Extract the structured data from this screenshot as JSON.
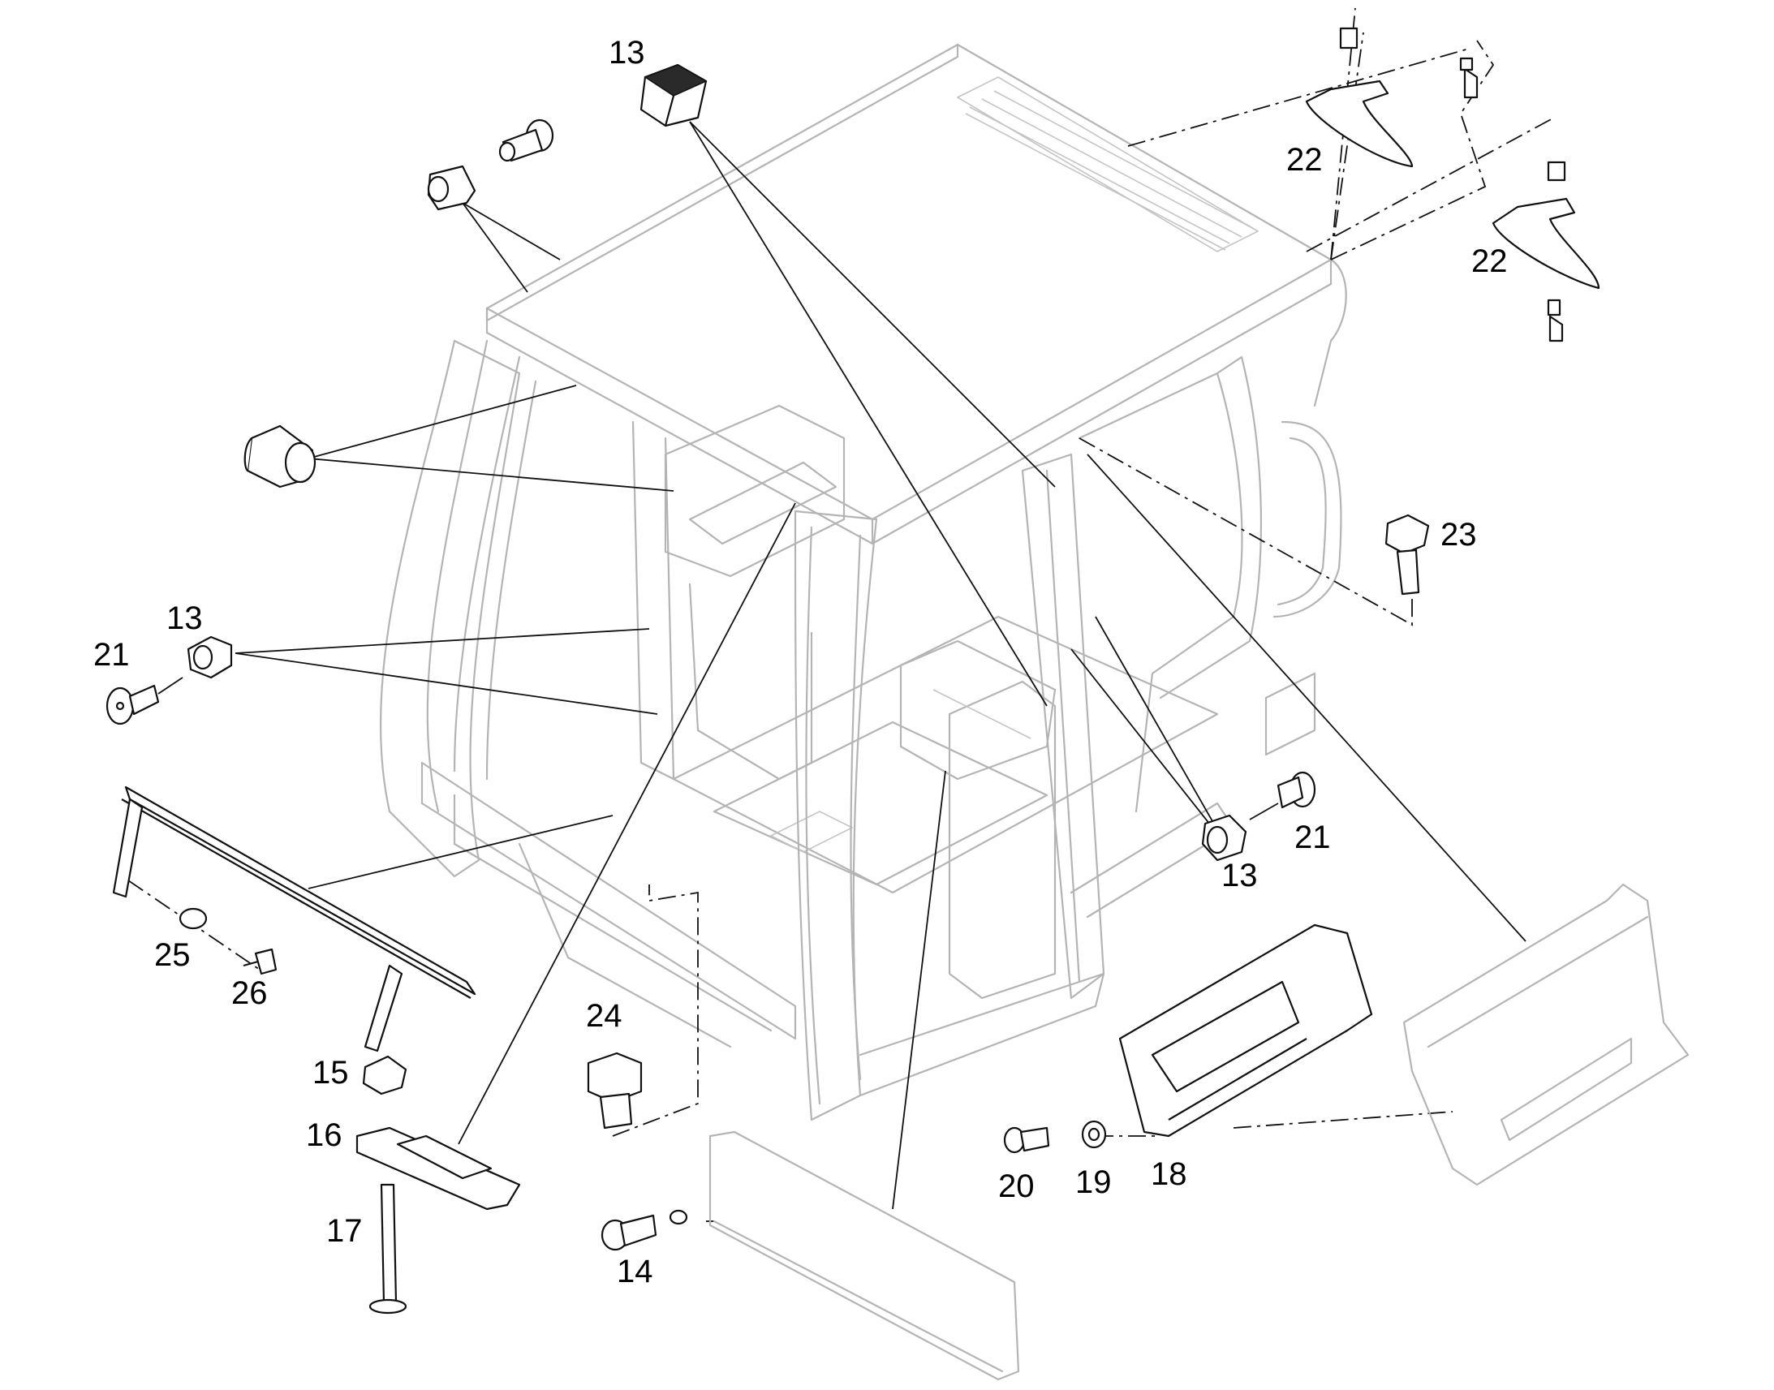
{
  "callouts": [
    {
      "id": "c13a",
      "label": "13"
    },
    {
      "id": "c22a",
      "label": "22"
    },
    {
      "id": "c22b",
      "label": "22"
    },
    {
      "id": "c23",
      "label": "23"
    },
    {
      "id": "c13b",
      "label": "13"
    },
    {
      "id": "c21a",
      "label": "21"
    },
    {
      "id": "c21b",
      "label": "21"
    },
    {
      "id": "c13c",
      "label": "13"
    },
    {
      "id": "c25",
      "label": "25"
    },
    {
      "id": "c26",
      "label": "26"
    },
    {
      "id": "c24",
      "label": "24"
    },
    {
      "id": "c15",
      "label": "15"
    },
    {
      "id": "c16",
      "label": "16"
    },
    {
      "id": "c17",
      "label": "17"
    },
    {
      "id": "c14",
      "label": "14"
    },
    {
      "id": "c20",
      "label": "20"
    },
    {
      "id": "c19",
      "label": "19"
    },
    {
      "id": "c18",
      "label": "18"
    }
  ]
}
